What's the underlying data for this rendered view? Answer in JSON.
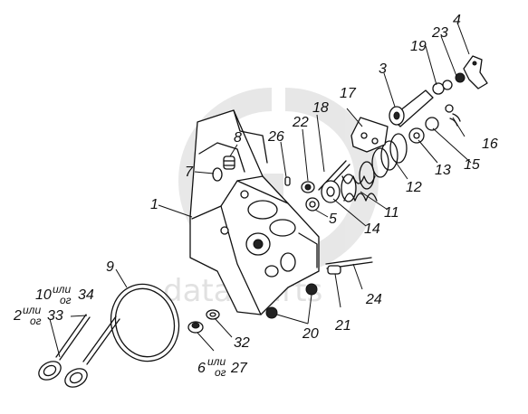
{
  "watermark": {
    "text": "data-parts",
    "logo_letters": "GD"
  },
  "callouts": {
    "c1": "1",
    "c3": "3",
    "c4": "4",
    "c5": "5",
    "c7": "7",
    "c8": "8",
    "c9": "9",
    "c11": "11",
    "c12": "12",
    "c13": "13",
    "c14": "14",
    "c15": "15",
    "c16": "16",
    "c17": "17",
    "c18": "18",
    "c19": "19",
    "c20": "20",
    "c21": "21",
    "c22": "22",
    "c23": "23",
    "c24": "24",
    "c26": "26",
    "c32": "32",
    "c10": "10",
    "c10_or": "или",
    "c10_alt": "34",
    "c10_or_prefix": "ог",
    "c2": "2",
    "c2_or": "или",
    "c2_alt": "33",
    "c2_or_prefix": "ог",
    "c6": "6",
    "c6_or": "или",
    "c6_alt": "27",
    "c6_or_prefix": "ог"
  },
  "colors": {
    "line": "#111111",
    "watermark": "#c9c9c9"
  }
}
